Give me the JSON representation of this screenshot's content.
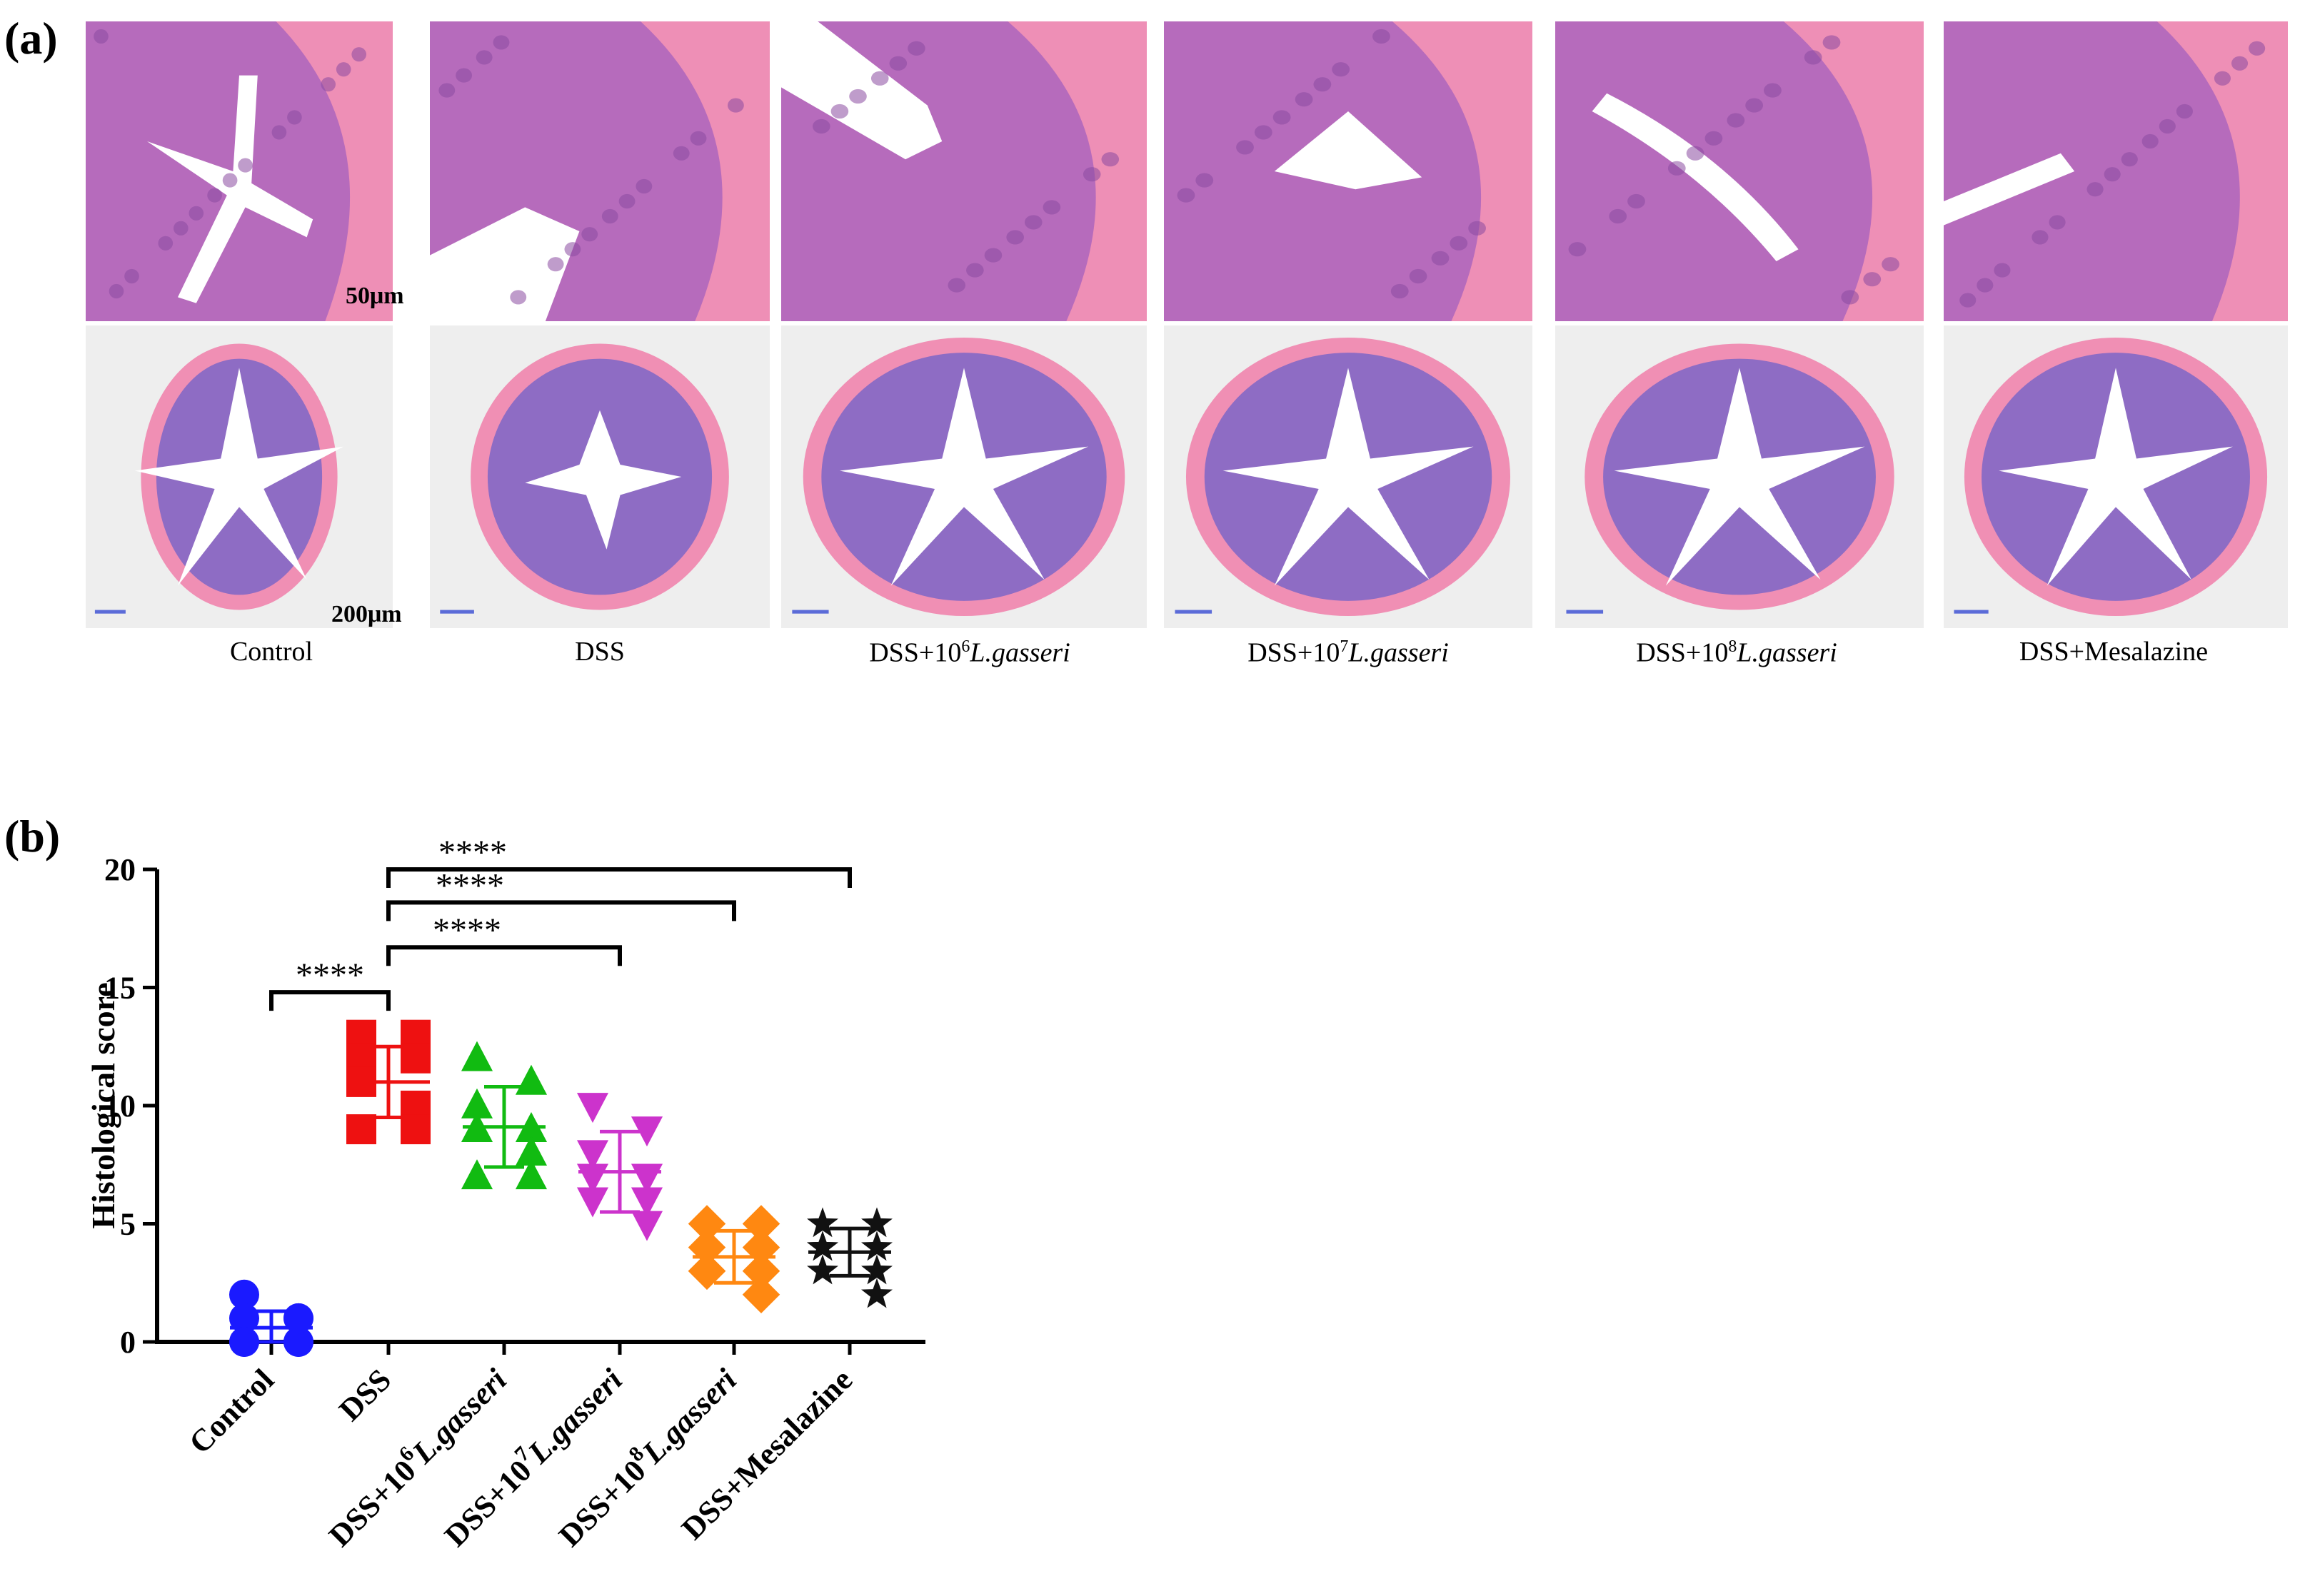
{
  "panel_a": {
    "letter": "(a)",
    "scale_bar_top": "50μm",
    "scale_bar_bottom": "200μm",
    "groups": [
      {
        "prefix": "Control",
        "power": "",
        "species": ""
      },
      {
        "prefix": "DSS",
        "power": "",
        "species": ""
      },
      {
        "prefix": "DSS+10",
        "power": "6",
        "species": "L.gasseri"
      },
      {
        "prefix": "DSS+10",
        "power": "7",
        "species": "L.gasseri"
      },
      {
        "prefix": "DSS+10",
        "power": "8",
        "species": "L.gasseri"
      },
      {
        "prefix": "DSS+Mesalazine",
        "power": "",
        "species": ""
      }
    ]
  },
  "panel_b": {
    "letter": "(b)",
    "colors": {
      "Control": "#1a1aff",
      "DSS": "#ee1111",
      "DSS+10^6": "#11bb11",
      "DSS+10^7": "#cc33cc",
      "DSS+10^8": "#ff8811",
      "DSS+Mesalazine": "#111111"
    }
  },
  "chart_data": {
    "type": "scatter",
    "ylabel": "Histological score",
    "ylim": [
      0,
      20
    ],
    "yticks": [
      0,
      5,
      10,
      15,
      20
    ],
    "categories": [
      {
        "prefix": "Control",
        "power": "",
        "species": ""
      },
      {
        "prefix": "DSS",
        "power": "",
        "species": ""
      },
      {
        "prefix": "DSS+10",
        "power": "6",
        "species": "L.gasseri"
      },
      {
        "prefix": "DSS+10",
        "power": "7",
        "species": "L.gasseri"
      },
      {
        "prefix": "DSS+10",
        "power": "8",
        "species": "L.gasseri"
      },
      {
        "prefix": "DSS+Mesalazine",
        "power": "",
        "species": ""
      }
    ],
    "series": [
      {
        "marker": "circle",
        "color": "#1a1aff",
        "values": [
          2,
          1,
          1,
          0,
          0,
          0,
          0,
          1
        ],
        "mean": 0.6,
        "sd": 0.7
      },
      {
        "marker": "square",
        "color": "#ee1111",
        "values": [
          13,
          13,
          12,
          12,
          11,
          10,
          9,
          9
        ],
        "mean": 11.0,
        "sd": 1.5
      },
      {
        "marker": "triangle-up",
        "color": "#11bb11",
        "values": [
          12,
          11,
          10,
          9,
          9,
          8,
          7,
          7
        ],
        "mean": 9.1,
        "sd": 1.7
      },
      {
        "marker": "triangle-down",
        "color": "#cc33cc",
        "values": [
          10,
          9,
          8,
          7,
          7,
          6,
          6,
          5
        ],
        "mean": 7.2,
        "sd": 1.7
      },
      {
        "marker": "diamond",
        "color": "#ff8811",
        "values": [
          5,
          5,
          4,
          4,
          3,
          3,
          3,
          2
        ],
        "mean": 3.6,
        "sd": 1.1
      },
      {
        "marker": "star",
        "color": "#111111",
        "values": [
          5,
          5,
          4,
          4,
          4,
          3,
          3,
          2
        ],
        "mean": 3.8,
        "sd": 1.0
      }
    ],
    "significance": [
      {
        "from": 0,
        "to": 1,
        "label": "****"
      },
      {
        "from": 1,
        "to": 3,
        "label": "****"
      },
      {
        "from": 1,
        "to": 4,
        "label": "****"
      },
      {
        "from": 1,
        "to": 5,
        "label": "****"
      }
    ]
  }
}
